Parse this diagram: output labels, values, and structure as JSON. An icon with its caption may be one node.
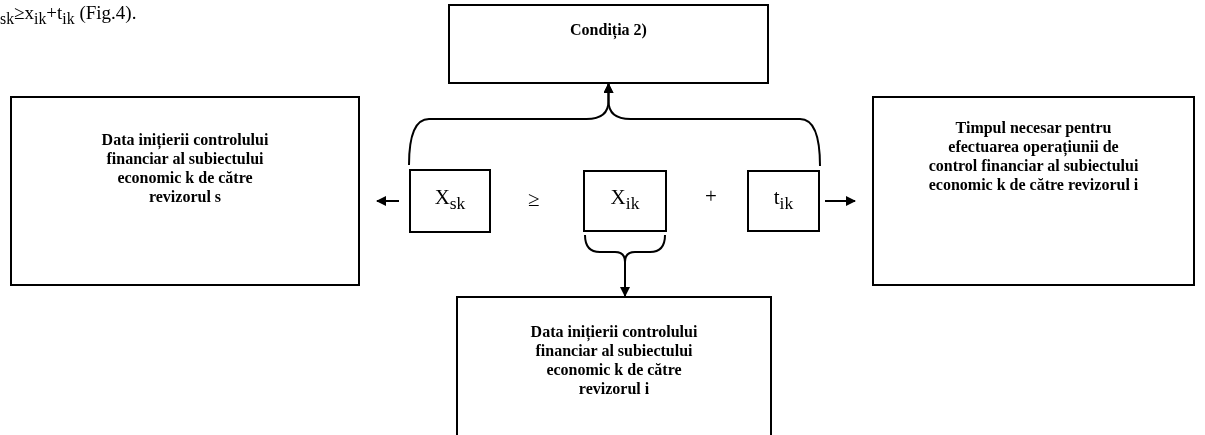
{
  "diagram": {
    "nodes": [
      {
        "text": [
          "Condiția 2)"
        ]
      },
      {
        "text": [
          "Data inițierii controlului financiar al subiectului economic k de către revizorul s"
        ]
      },
      {
        "text": [
          "X$_{sk}$"
        ]
      },
      {
        "text": [
          "X$_{ik}$"
        ]
      },
      {
        "text": [
          "t$_{ik}$"
        ]
      },
      {
        "text": [
          "Timpul necesar pentru efectuarea operațiunii de control financiar al subiectului economic k de către revizorul i"
        ]
      },
      {
        "text": [
          "Data inițierii controlului financiar al subiectului economic k de către revizorul i"
        ]
      }
    ],
    "edges": [
      {
        "from": 2,
        "to": 0,
        "arrow": "to"
      },
      {
        "from": 4,
        "to": 0,
        "arrow": "to"
      },
      {
        "from": 3,
        "to": 6,
        "arrow": "to"
      },
      {
        "from": 2,
        "to": 1,
        "arrow": "to"
      },
      {
        "from": 4,
        "to": 5,
        "arrow": "to"
      }
    ],
    "labels": [
      "$_{sk}$≥x$_{ik}$+t$_{ik}$ (Fig.4).",
      "≥",
      "+"
    ]
  }
}
